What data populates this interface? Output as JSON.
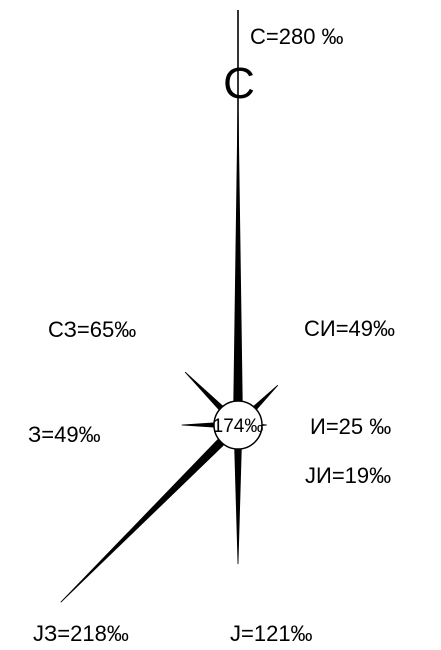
{
  "chart_data": {
    "type": "wind-rose",
    "unit": "‰",
    "north_marker": "С",
    "calm": {
      "label": "174‰",
      "value": 174
    },
    "directions": [
      {
        "key": "N",
        "label": "С=280 ‰",
        "value": 280
      },
      {
        "key": "NE",
        "label": "СИ=49‰",
        "value": 49
      },
      {
        "key": "E",
        "label": "И=25 ‰",
        "value": 25
      },
      {
        "key": "SE",
        "label": "ЈИ=19‰",
        "value": 19
      },
      {
        "key": "S",
        "label": "Ј=121‰",
        "value": 121
      },
      {
        "key": "SW",
        "label": "ЈЗ=218‰",
        "value": 218
      },
      {
        "key": "W",
        "label": "З=49‰",
        "value": 49
      },
      {
        "key": "NW",
        "label": "СЗ=65‰",
        "value": 65
      }
    ],
    "colors": {
      "ink": "#000000",
      "background": "#ffffff"
    }
  }
}
